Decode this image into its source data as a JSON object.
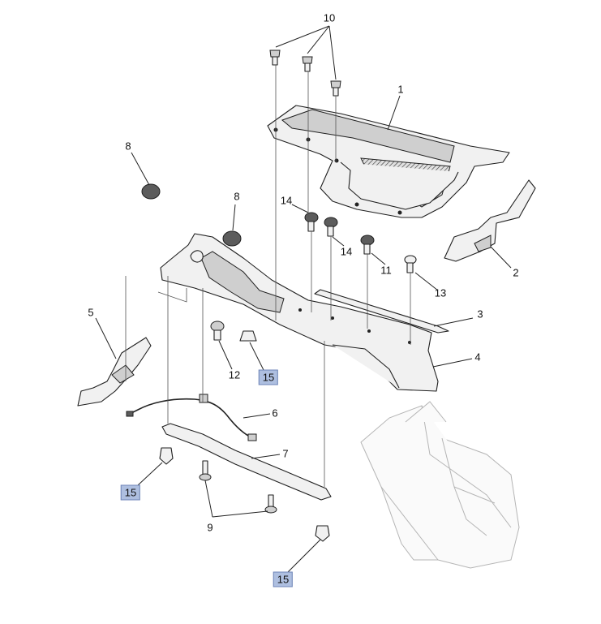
{
  "callouts": [
    {
      "id": "c10",
      "label": "10",
      "boxed": false
    },
    {
      "id": "c1",
      "label": "1",
      "boxed": false
    },
    {
      "id": "c8a",
      "label": "8",
      "boxed": false
    },
    {
      "id": "c8b",
      "label": "8",
      "boxed": false
    },
    {
      "id": "c14a",
      "label": "14",
      "boxed": false
    },
    {
      "id": "c14b",
      "label": "14",
      "boxed": false
    },
    {
      "id": "c11",
      "label": "11",
      "boxed": false
    },
    {
      "id": "c13",
      "label": "13",
      "boxed": false
    },
    {
      "id": "c2",
      "label": "2",
      "boxed": false
    },
    {
      "id": "c3",
      "label": "3",
      "boxed": false
    },
    {
      "id": "c4",
      "label": "4",
      "boxed": false
    },
    {
      "id": "c5",
      "label": "5",
      "boxed": false
    },
    {
      "id": "c12",
      "label": "12",
      "boxed": false
    },
    {
      "id": "c15a",
      "label": "15",
      "boxed": true
    },
    {
      "id": "c6",
      "label": "6",
      "boxed": false
    },
    {
      "id": "c7",
      "label": "7",
      "boxed": false
    },
    {
      "id": "c15b",
      "label": "15",
      "boxed": true
    },
    {
      "id": "c9",
      "label": "9",
      "boxed": false
    },
    {
      "id": "c15c",
      "label": "15",
      "boxed": true
    }
  ]
}
